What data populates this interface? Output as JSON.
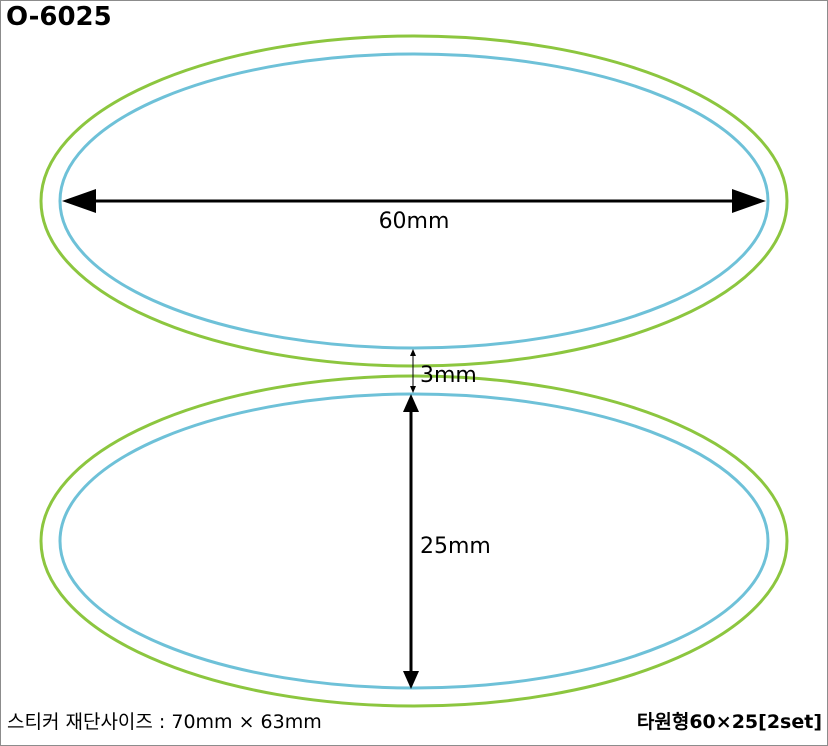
{
  "title": "O-6025",
  "dimensions": {
    "width_label": "60mm",
    "gap_label": "3mm",
    "height_label": "25mm"
  },
  "footer": {
    "cut_size": "스티커 재단사이즈 : 70mm × 63mm",
    "product_name": "타원형60×25[2set]"
  },
  "colors": {
    "cut_line": "#8cc63f",
    "print_line": "#6ec1d8",
    "arrow": "#000000",
    "border": "#8c8c8c"
  }
}
